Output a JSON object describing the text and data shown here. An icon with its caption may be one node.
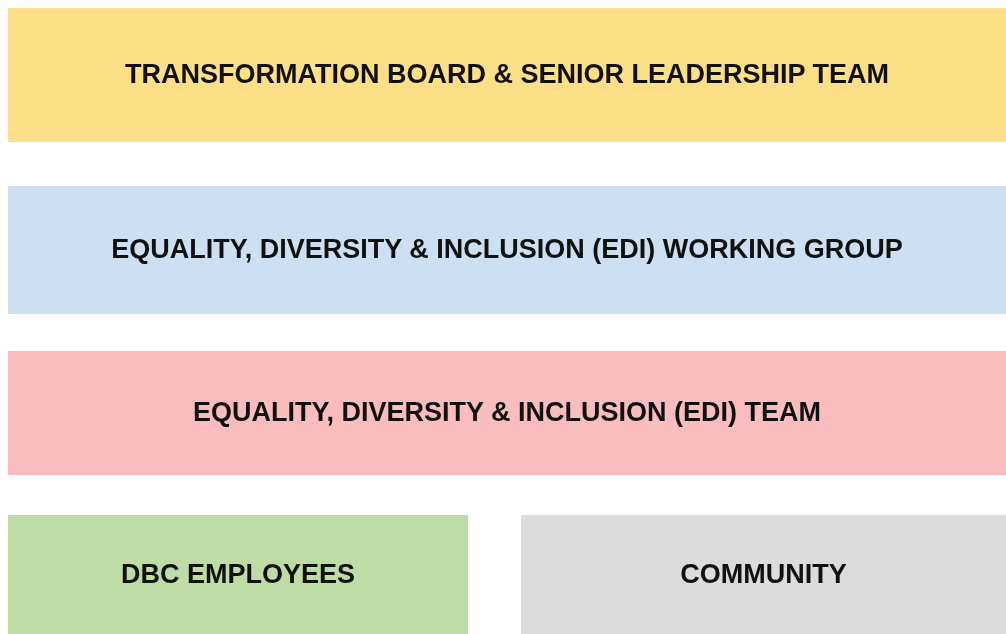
{
  "diagram": {
    "nodes": [
      {
        "text": [
          "TRANSFORMATION BOARD & SENIOR LEADERSHIP TEAM"
        ]
      },
      {
        "text": [
          "EQUALITY, DIVERSITY & INCLUSION (EDI) WORKING GROUP"
        ]
      },
      {
        "text": [
          "EQUALITY, DIVERSITY & INCLUSION (EDI) TEAM"
        ]
      },
      {
        "text": [
          "DBC EMPLOYEES"
        ]
      },
      {
        "text": [
          "COMMUNITY"
        ]
      }
    ],
    "edges": []
  }
}
